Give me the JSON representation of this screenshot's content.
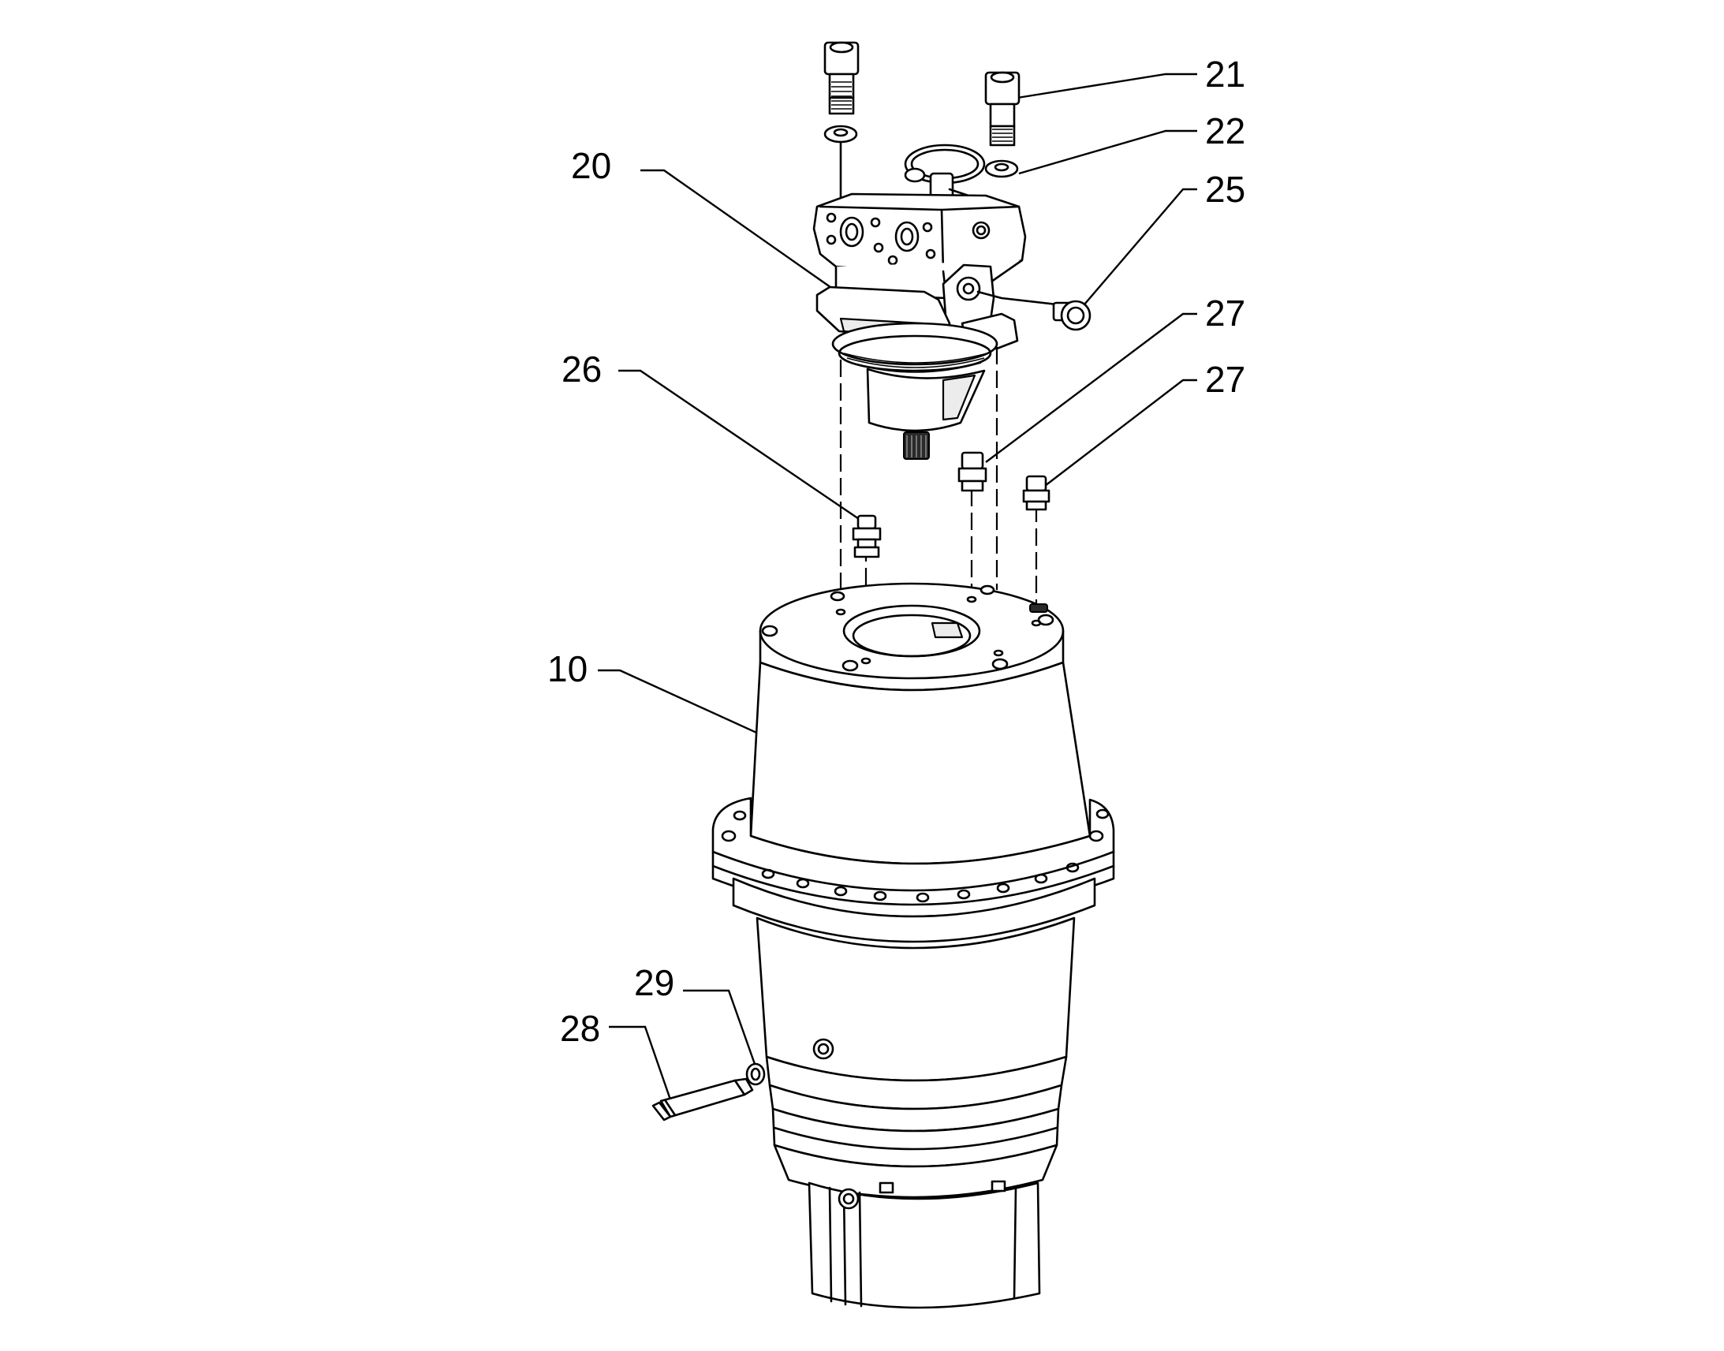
{
  "diagram": {
    "callouts": [
      {
        "id": "21",
        "label": "21"
      },
      {
        "id": "22",
        "label": "22"
      },
      {
        "id": "20",
        "label": "20"
      },
      {
        "id": "25",
        "label": "25"
      },
      {
        "id": "27a",
        "label": "27"
      },
      {
        "id": "26",
        "label": "26"
      },
      {
        "id": "27b",
        "label": "27"
      },
      {
        "id": "10",
        "label": "10"
      },
      {
        "id": "29",
        "label": "29"
      },
      {
        "id": "28",
        "label": "28"
      }
    ]
  }
}
